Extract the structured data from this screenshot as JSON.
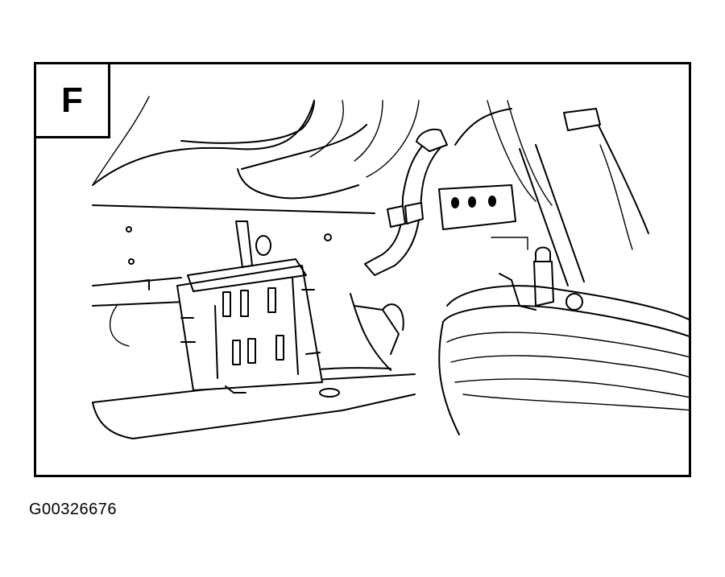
{
  "panel": {
    "label": "F"
  },
  "figure": {
    "id": "G00326676"
  },
  "icons": {
    "drawing": "vehicle-rear-underbody-module-illustration"
  }
}
